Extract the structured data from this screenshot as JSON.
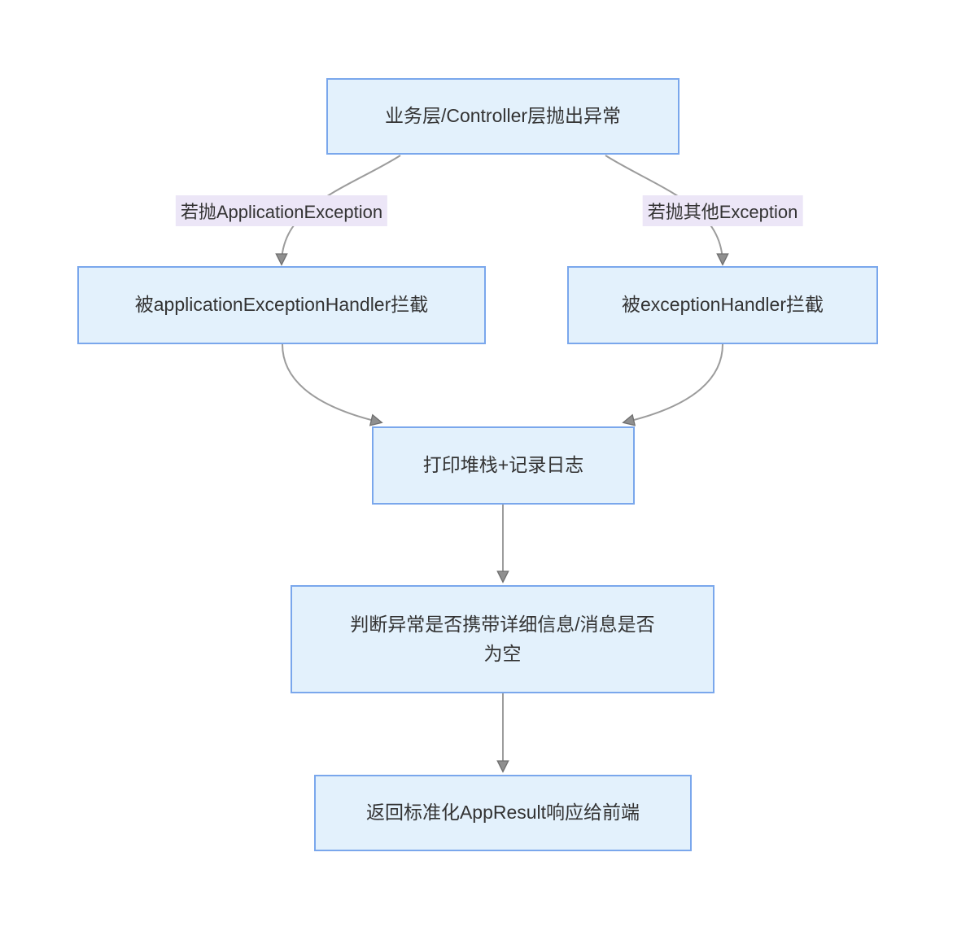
{
  "diagram": {
    "type": "flowchart",
    "direction": "top-down",
    "nodes": {
      "throw": {
        "label": "业务层/Controller层抛出异常"
      },
      "appHandler": {
        "label": "被applicationExceptionHandler拦截"
      },
      "exHandler": {
        "label": "被exceptionHandler拦截"
      },
      "log": {
        "label": "打印堆栈+记录日志"
      },
      "judge": {
        "lines": [
          "判断异常是否携带详细信息/消息是否",
          "为空"
        ]
      },
      "result": {
        "label": "返回标准化AppResult响应给前端"
      }
    },
    "edge_labels": {
      "app_exception": "若抛ApplicationException",
      "other_exception": "若抛其他Exception"
    },
    "edges": [
      {
        "from": "throw",
        "to": "appHandler",
        "label": "若抛ApplicationException"
      },
      {
        "from": "throw",
        "to": "exHandler",
        "label": "若抛其他Exception"
      },
      {
        "from": "appHandler",
        "to": "log",
        "label": ""
      },
      {
        "from": "exHandler",
        "to": "log",
        "label": ""
      },
      {
        "from": "log",
        "to": "judge",
        "label": ""
      },
      {
        "from": "judge",
        "to": "result",
        "label": ""
      }
    ],
    "colors": {
      "background": "#ffffff",
      "node_fill": "#e3f1fc",
      "node_border": "#7aa7ec",
      "node_text": "#333333",
      "edge_line": "#9c9c9c",
      "arrowhead": "#8f8f8f",
      "edge_label_bg": "#ece6f7"
    }
  }
}
